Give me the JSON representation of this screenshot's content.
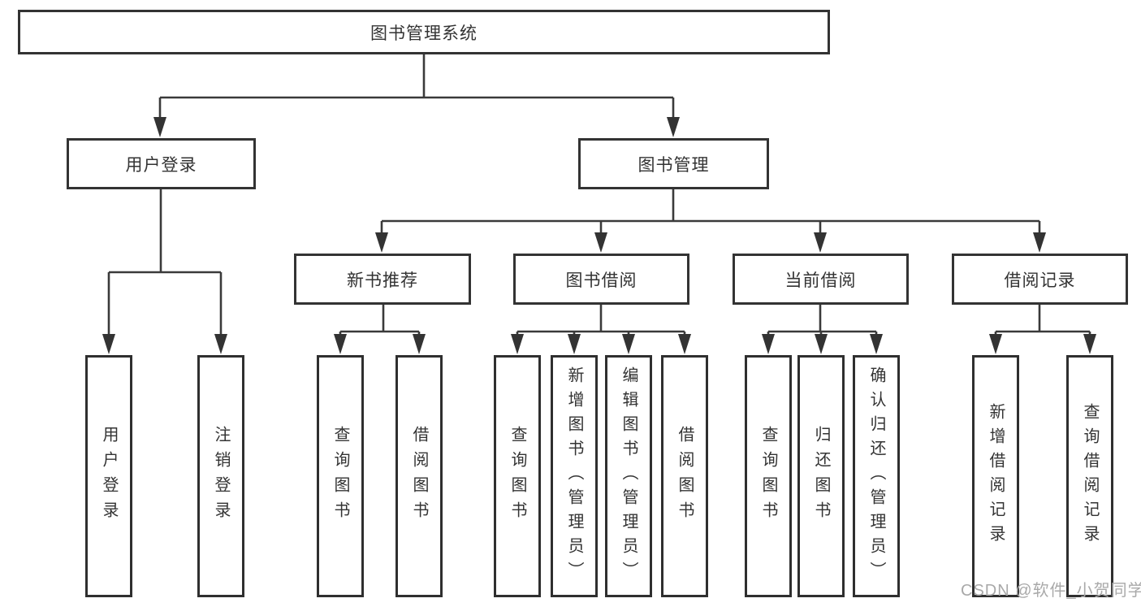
{
  "diagram": {
    "type": "tree",
    "root": "图书管理系统",
    "level2": {
      "user_login": "用户登录",
      "book_management": "图书管理"
    },
    "level3": {
      "new_book_recommend": "新书推荐",
      "book_borrow": "图书借阅",
      "current_borrow": "当前借阅",
      "borrow_records": "借阅记录"
    },
    "leaves": {
      "user_login": [
        "用户登录",
        "注销登录"
      ],
      "new_book_recommend": [
        "查询图书",
        "借阅图书"
      ],
      "book_borrow": [
        "查询图书",
        "新增图书（管理员）",
        "编辑图书（管理员）",
        "借阅图书"
      ],
      "current_borrow": [
        "查询图书",
        "归还图书",
        "确认归还（管理员）"
      ],
      "borrow_records": [
        "新增借阅记录",
        "查询借阅记录"
      ]
    }
  },
  "watermark": "CSDN @软件_小贺同学",
  "colors": {
    "line": "#3a3a3a",
    "box_border": "#333333",
    "text": "#333333",
    "watermark": "#a9a9a9",
    "background": "#ffffff"
  }
}
